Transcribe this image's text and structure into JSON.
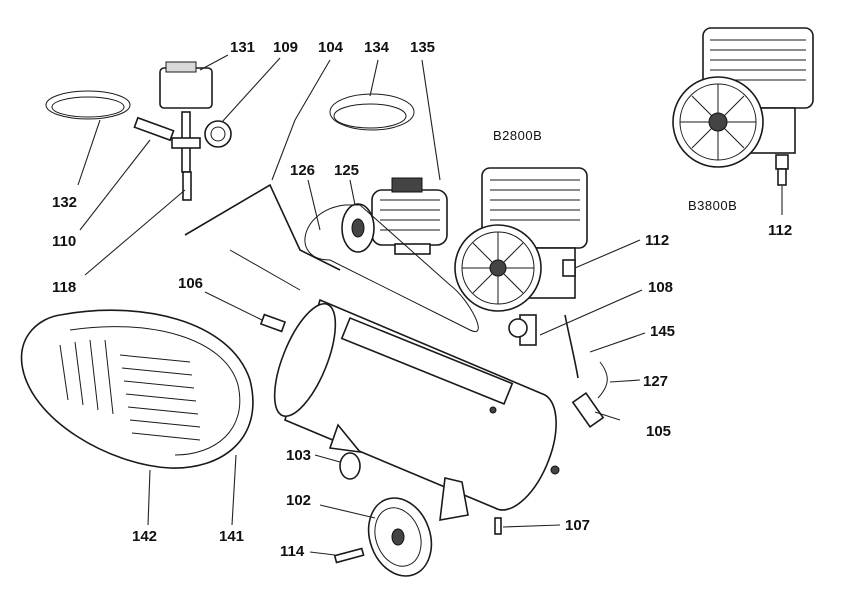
{
  "models": {
    "b2800": "B2800B",
    "b3800": "B3800B"
  },
  "labels": {
    "p131": "131",
    "p109": "109",
    "p104": "104",
    "p134": "134",
    "p135": "135",
    "p132": "132",
    "p110": "110",
    "p118": "118",
    "p126": "126",
    "p125": "125",
    "p106": "106",
    "p112a": "112",
    "p112b": "112",
    "p108": "108",
    "p145": "145",
    "p127": "127",
    "p105": "105",
    "p103": "103",
    "p102": "102",
    "p107": "107",
    "p114": "114",
    "p142": "142",
    "p141": "141"
  }
}
